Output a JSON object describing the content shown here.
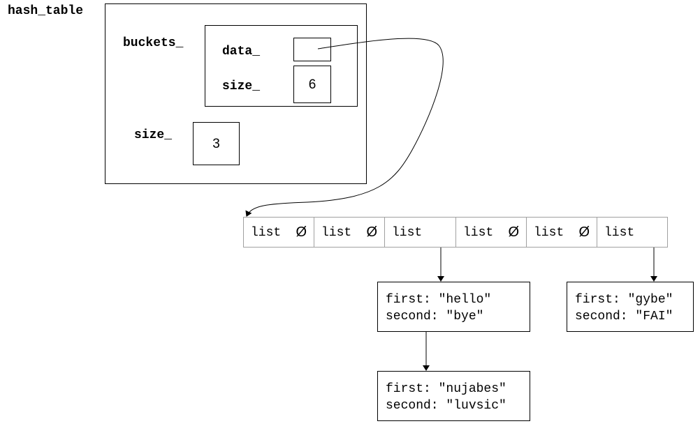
{
  "hash_table": {
    "title": "hash_table",
    "buckets_label": "buckets_",
    "buckets": {
      "data_label": "data_",
      "data_value": "",
      "size_label": "size_",
      "size_value": "6"
    },
    "size_label": "size_",
    "size_value": "3"
  },
  "array": {
    "cells": [
      {
        "label": "list",
        "null": "Ø"
      },
      {
        "label": "list",
        "null": "Ø"
      },
      {
        "label": "list",
        "null": ""
      },
      {
        "label": "list",
        "null": "Ø"
      },
      {
        "label": "list",
        "null": "Ø"
      },
      {
        "label": "list",
        "null": ""
      }
    ]
  },
  "nodes": [
    {
      "first": "first: \"hello\"",
      "second": "second: \"bye\""
    },
    {
      "first": "first: \"nujabes\"",
      "second": "second: \"luvsic\""
    },
    {
      "first": "first: \"gybe\"",
      "second": "second: \"FAI\""
    }
  ]
}
